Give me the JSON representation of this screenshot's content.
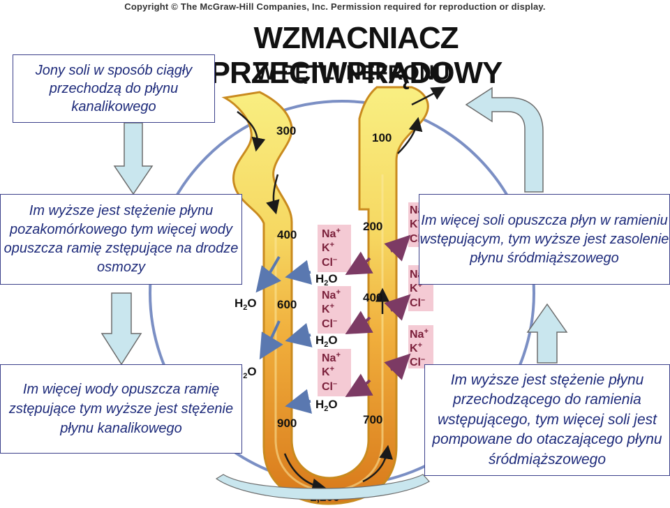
{
  "header": {
    "copyright": "Copyright © The McGraw-Hill Companies, Inc. Permission required for reproduction or display.",
    "title": "WZMACNIACZ PRZECIWPRĄDOWY",
    "subtitle": "W PĘTLI NEFRONU"
  },
  "boxes": {
    "top_left": "Jony soli w sposób ciągły przechodzą do płynu kanalikowego",
    "middle_left": "Im wyższe jest stężenie płynu pozakomórkowego tym więcej wody opuszcza ramię zstępujące na drodze osmozy",
    "middle_right": "Im więcej soli opuszcza płyn w ramieniu wstępującym, tym wyższe jest zasolenie płynu śródmiąższowego",
    "bottom_left": "Im więcej wody opuszcza ramię zstępujące tym wyższe jest stężenie płynu kanalikowego",
    "bottom_right": "Im wyższe jest stężenie płynu przechodzącego do ramienia wstępującego, tym więcej soli jest pompowane do otaczającego płynu śródmiąższowego"
  },
  "loop_values": {
    "v300": "300",
    "v100": "100",
    "v400_left": "400",
    "v200": "200",
    "v600": "600",
    "v400_right": "400",
    "v900": "900",
    "v700": "700",
    "v1200": "1,200"
  },
  "ions": {
    "na": "Na",
    "k": "K",
    "cl": "Cl",
    "plus": "+",
    "minus": "–",
    "h2o_h": "H",
    "h2o_2": "2",
    "h2o_o": "O"
  },
  "colors": {
    "tube_outer": "#c98a1e",
    "tube_light": "#f7ec78",
    "tube_mid": "#f0b43e",
    "tube_dark": "#d77a16",
    "ion_box": "#f4cad4",
    "ion_text": "#7a1f3a",
    "water_arrow": "#5a78b0",
    "salt_arrow": "#7c3a64",
    "block_arrow": "#c9e6ee",
    "circle": "#7b8fc4",
    "box_text": "#1d2a7a"
  }
}
